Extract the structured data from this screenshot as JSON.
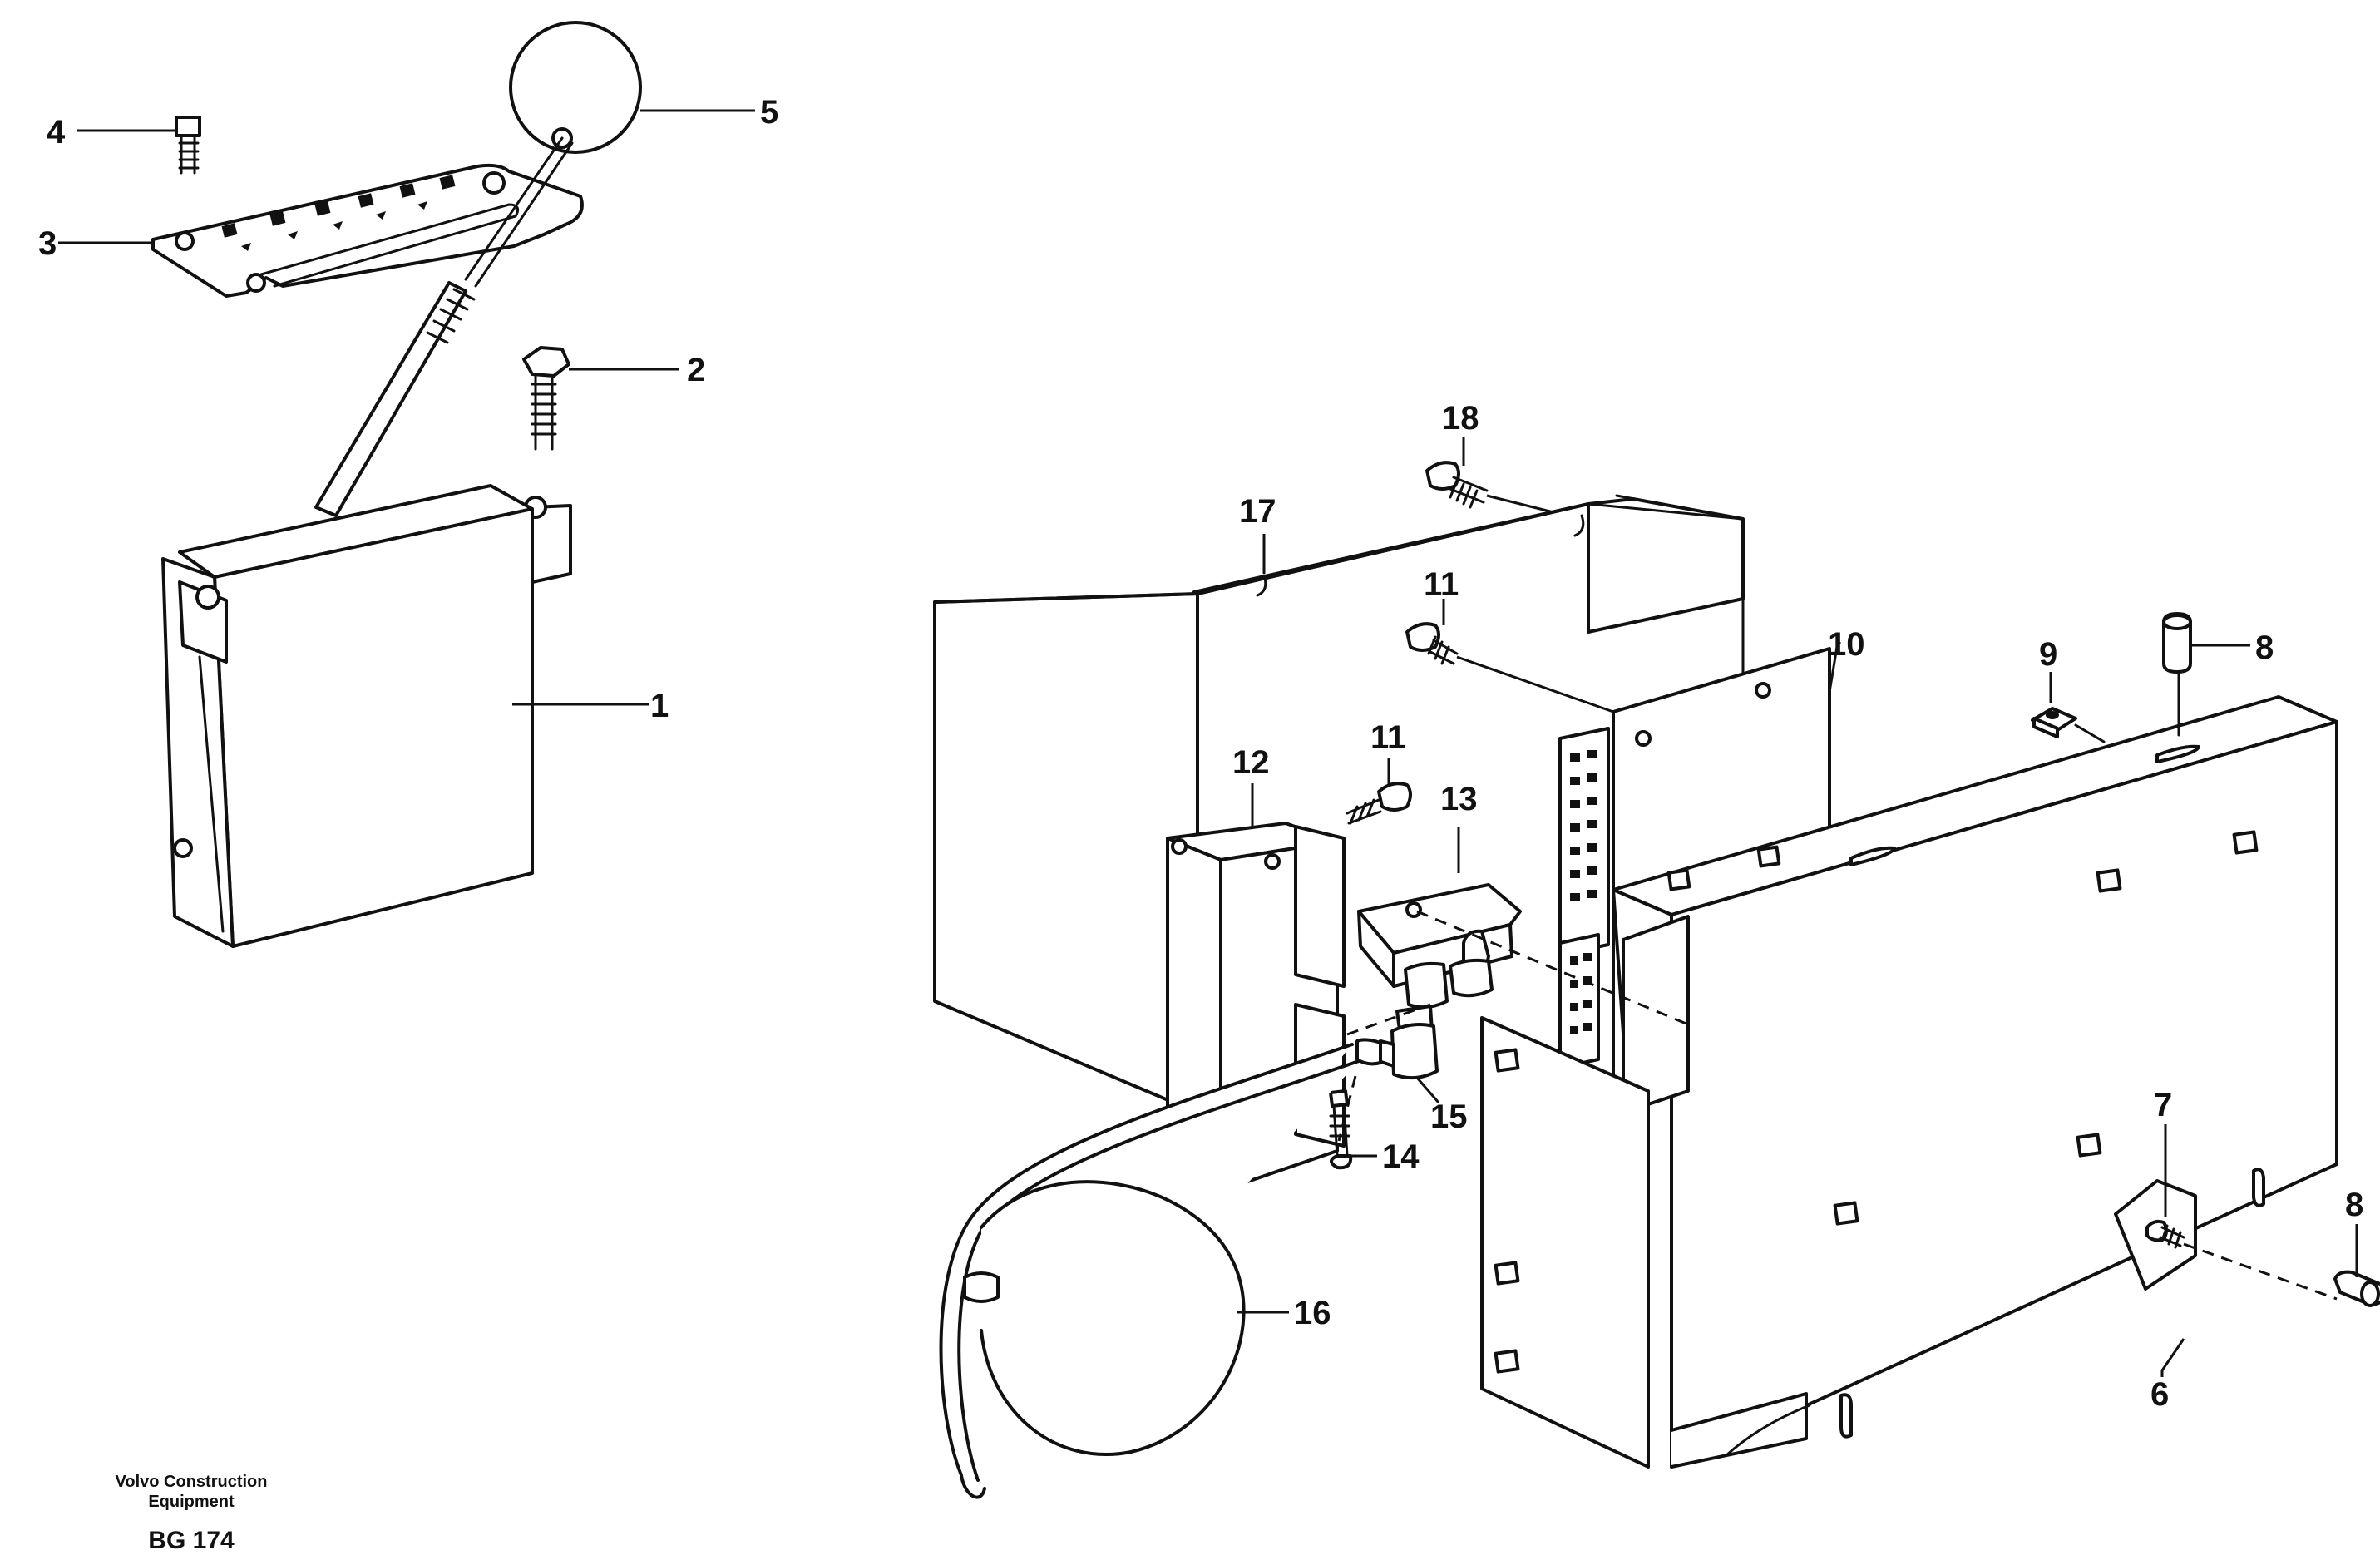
{
  "footer": {
    "company_line1": "Volvo Construction",
    "company_line2": "Equipment",
    "drawing_code": "BG 174"
  },
  "callouts": {
    "c1": "1",
    "c2": "2",
    "c3": "3",
    "c4": "4",
    "c5": "5",
    "c6": "6",
    "c7": "7",
    "c8a": "8",
    "c8b": "8",
    "c9": "9",
    "c10": "10",
    "c11a": "11",
    "c11b": "11",
    "c12": "12",
    "c13": "13",
    "c14": "14",
    "c15": "15",
    "c16": "16",
    "c17": "17",
    "c18": "18"
  }
}
